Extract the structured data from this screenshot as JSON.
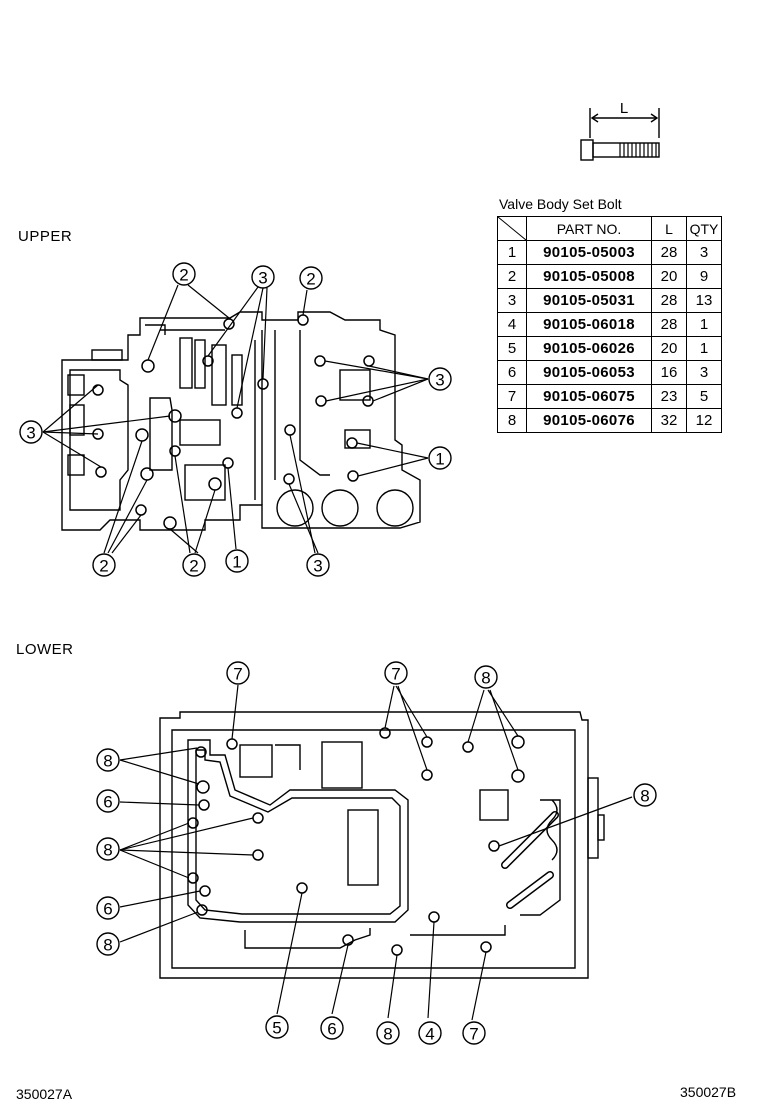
{
  "sections": {
    "upper": "UPPER",
    "lower": "LOWER"
  },
  "bolt_length_label": "L",
  "table": {
    "title": "Valve Body Set Bolt",
    "headers": {
      "part": "PART NO.",
      "length": "L",
      "qty": "QTY"
    },
    "rows": [
      {
        "no": "1",
        "part": "90105-05003",
        "l": "28",
        "qty": "3"
      },
      {
        "no": "2",
        "part": "90105-05008",
        "l": "20",
        "qty": "9"
      },
      {
        "no": "3",
        "part": "90105-05031",
        "l": "28",
        "qty": "13"
      },
      {
        "no": "4",
        "part": "90105-06018",
        "l": "28",
        "qty": "1"
      },
      {
        "no": "5",
        "part": "90105-06026",
        "l": "20",
        "qty": "1"
      },
      {
        "no": "6",
        "part": "90105-06053",
        "l": "16",
        "qty": "3"
      },
      {
        "no": "7",
        "part": "90105-06075",
        "l": "23",
        "qty": "5"
      },
      {
        "no": "8",
        "part": "90105-06076",
        "l": "32",
        "qty": "12"
      }
    ]
  },
  "callouts": {
    "upper": [
      {
        "n": "2"
      },
      {
        "n": "3"
      },
      {
        "n": "2"
      },
      {
        "n": "3"
      },
      {
        "n": "3"
      },
      {
        "n": "1"
      },
      {
        "n": "2"
      },
      {
        "n": "2"
      },
      {
        "n": "1"
      },
      {
        "n": "3"
      }
    ],
    "lower": [
      {
        "n": "7"
      },
      {
        "n": "7"
      },
      {
        "n": "8"
      },
      {
        "n": "8"
      },
      {
        "n": "6"
      },
      {
        "n": "8"
      },
      {
        "n": "8"
      },
      {
        "n": "6"
      },
      {
        "n": "8"
      },
      {
        "n": "5"
      },
      {
        "n": "6"
      },
      {
        "n": "8"
      },
      {
        "n": "4"
      },
      {
        "n": "7"
      }
    ]
  },
  "figure_codes": {
    "left": "350027A",
    "right": "350027B"
  }
}
